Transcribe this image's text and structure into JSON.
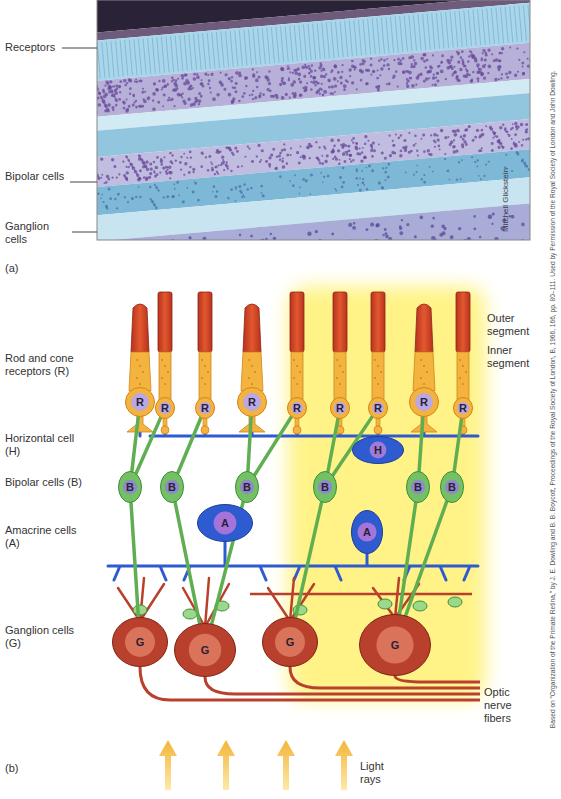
{
  "diagram": {
    "nodes": [
      {
        "text": [
          "R"
        ]
      },
      {
        "text": [
          "R"
        ]
      },
      {
        "text": [
          "R"
        ]
      },
      {
        "text": [
          "R"
        ]
      },
      {
        "text": [
          "R"
        ]
      },
      {
        "text": [
          "R"
        ]
      },
      {
        "text": [
          "R"
        ]
      },
      {
        "text": [
          "R"
        ]
      },
      {
        "text": [
          "R"
        ]
      },
      {
        "text": [
          "H"
        ]
      },
      {
        "text": [
          "B"
        ]
      },
      {
        "text": [
          "B"
        ]
      },
      {
        "text": [
          "B"
        ]
      },
      {
        "text": [
          "B"
        ]
      },
      {
        "text": [
          "B"
        ]
      },
      {
        "text": [
          "B"
        ]
      },
      {
        "text": [
          "A"
        ]
      },
      {
        "text": [
          "A"
        ]
      },
      {
        "text": [
          "G"
        ]
      },
      {
        "text": [
          "G"
        ]
      },
      {
        "text": [
          "G"
        ]
      },
      {
        "text": [
          "G"
        ]
      }
    ],
    "edges": [
      {
        "from": 0,
        "to": 10,
        "arrow": "none"
      },
      {
        "from": 1,
        "to": 10,
        "arrow": "none"
      },
      {
        "from": 2,
        "to": 11,
        "arrow": "none"
      },
      {
        "from": 3,
        "to": 12,
        "arrow": "none"
      },
      {
        "from": 4,
        "to": 12,
        "arrow": "none"
      },
      {
        "from": 5,
        "to": 13,
        "arrow": "none"
      },
      {
        "from": 6,
        "to": 13,
        "arrow": "none"
      },
      {
        "from": 7,
        "to": 14,
        "arrow": "none"
      },
      {
        "from": 8,
        "to": 15,
        "arrow": "none"
      },
      {
        "from": 10,
        "to": 18,
        "arrow": "none"
      },
      {
        "from": 11,
        "to": 19,
        "arrow": "none"
      },
      {
        "from": 12,
        "to": 19,
        "arrow": "none"
      },
      {
        "from": 13,
        "to": 20,
        "arrow": "none"
      },
      {
        "from": 14,
        "to": 21,
        "arrow": "none"
      },
      {
        "from": 15,
        "to": 21,
        "arrow": "none"
      }
    ],
    "labels": [
      "Receptors",
      "Bipolar cells",
      "Ganglion cells",
      "(a)",
      "Mitchell Glickstein",
      "Outer segment",
      "Inner segment",
      "Rod and cone receptors (R)",
      "Horizontal cell (H)",
      "Bipolar cells (B)",
      "Amacrine cells (A)",
      "Ganglion cells (G)",
      "Optic nerve fibers",
      "Light rays",
      "(b)",
      "Based on “Organization of the Primate Retina,” by J. E. Dowling and B. B. Boycott, Proceedings of the Royal Society of London, B, 1966, 166, pp. 80–111. Used by Permission of the Royal Society of London and John Dowling."
    ]
  }
}
